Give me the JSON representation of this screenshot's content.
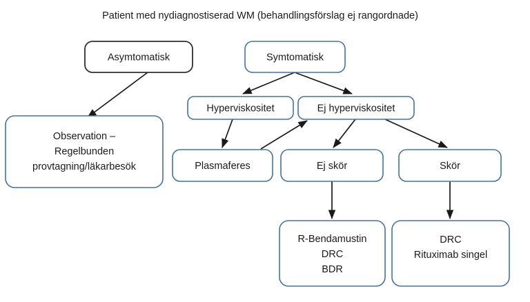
{
  "title": "Patient med nydiagnostiserad WM (behandlingsförslag ej rangordnade)",
  "colors": {
    "box_border_blue": "#4472a0",
    "box_border_dark": "#2f2f2f",
    "box_fill": "#ffffff",
    "arrow": "#1a1a1a",
    "text": "#1a1a1a",
    "background": "#ffffff"
  },
  "nodes": {
    "asymtomatisk": {
      "label": "Asymtomatisk"
    },
    "symtomatisk": {
      "label": "Symtomatisk"
    },
    "hyperviskositet": {
      "label": "Hyperviskositet"
    },
    "ej_hyperviskositet": {
      "label": "Ej hyperviskositet"
    },
    "observation": {
      "line1": "Observation –",
      "line2": "Regelbunden",
      "line3": "provtagning/läkarbesök"
    },
    "plasmaferes": {
      "label": "Plasmaferes"
    },
    "ej_skor": {
      "label": "Ej skör"
    },
    "skor": {
      "label": "Skör"
    },
    "treatment_fit": {
      "line1": "R-Bendamustin",
      "line2": "DRC",
      "line3": "BDR"
    },
    "treatment_frail": {
      "line1": "DRC",
      "line2": "Rituximab singel"
    }
  },
  "edges": [
    {
      "name": "asymtomatisk-to-observation",
      "from": "asymtomatisk",
      "to": "observation"
    },
    {
      "name": "symtomatisk-to-hyperviskositet",
      "from": "symtomatisk",
      "to": "hyperviskositet"
    },
    {
      "name": "symtomatisk-to-ej-hyperviskositet",
      "from": "symtomatisk",
      "to": "ej_hyperviskositet"
    },
    {
      "name": "hyperviskositet-to-plasmaferes",
      "from": "hyperviskositet",
      "to": "plasmaferes"
    },
    {
      "name": "plasmaferes-to-ej-hyperviskositet",
      "from": "plasmaferes",
      "to": "ej_hyperviskositet"
    },
    {
      "name": "ej-hyperviskositet-to-ej-skor",
      "from": "ej_hyperviskositet",
      "to": "ej_skor"
    },
    {
      "name": "ej-hyperviskositet-to-skor",
      "from": "ej_hyperviskositet",
      "to": "skor"
    },
    {
      "name": "ej-skor-to-treatment-fit",
      "from": "ej_skor",
      "to": "treatment_fit"
    },
    {
      "name": "skor-to-treatment-frail",
      "from": "skor",
      "to": "treatment_frail"
    }
  ]
}
